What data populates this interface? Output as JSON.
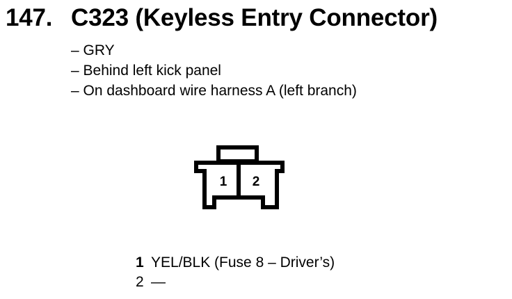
{
  "header": {
    "number": "147.",
    "title": "C323 (Keyless Entry Connector)"
  },
  "notes": [
    "– GRY",
    "– Behind left kick panel",
    "– On dashboard wire harness A (left branch)"
  ],
  "connector": {
    "pin_labels": [
      "1",
      "2"
    ]
  },
  "pins": [
    {
      "number": "1",
      "wire": "YEL/BLK (Fuse 8 – Driver’s)"
    },
    {
      "number": "2",
      "wire": "—"
    }
  ]
}
